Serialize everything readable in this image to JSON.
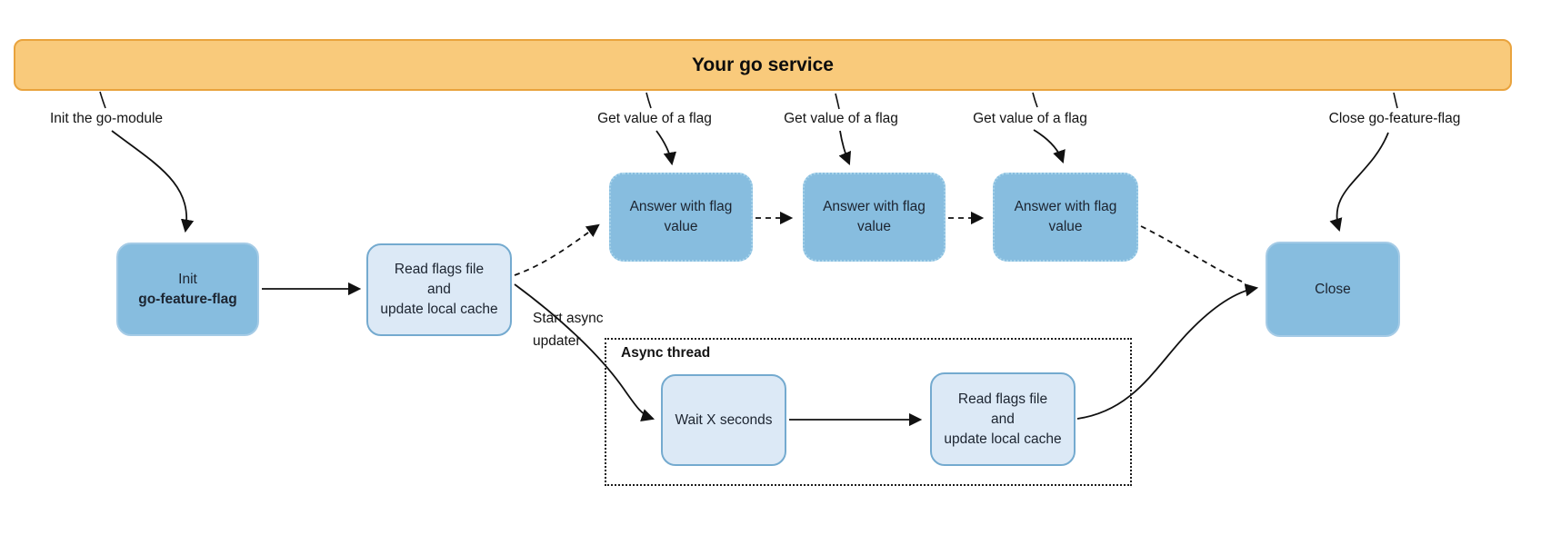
{
  "colors": {
    "banner_fill": "#F9CA7B",
    "banner_border": "#E9A33D",
    "node_fill": "#87BDDF",
    "node_border": "#A5CBE6",
    "node_border_dotted": "#A9D4EB",
    "light_fill": "#DCE9F6",
    "light_border": "#74AACF",
    "line_color": "#111111"
  },
  "banner": {
    "title": "Your go service"
  },
  "labels": {
    "init_module": "Init the go-module",
    "get_value_1": "Get value of a flag",
    "get_value_2": "Get value of a flag",
    "get_value_3": "Get value of a flag",
    "close": "Close go-feature-flag",
    "start_async_updater": "Start async\nupdater"
  },
  "nodes": {
    "init": {
      "line1": "Init",
      "line2": "go-feature-flag"
    },
    "read_flags": "Read flags file\nand\nupdate local cache",
    "answer_1": "Answer with flag\nvalue",
    "answer_2": "Answer with flag\nvalue",
    "answer_3": "Answer with flag\nvalue",
    "close": "Close",
    "wait": "Wait X seconds",
    "read_flags_async": "Read flags file\nand\nupdate local cache"
  },
  "async_container": {
    "label": "Async thread"
  }
}
